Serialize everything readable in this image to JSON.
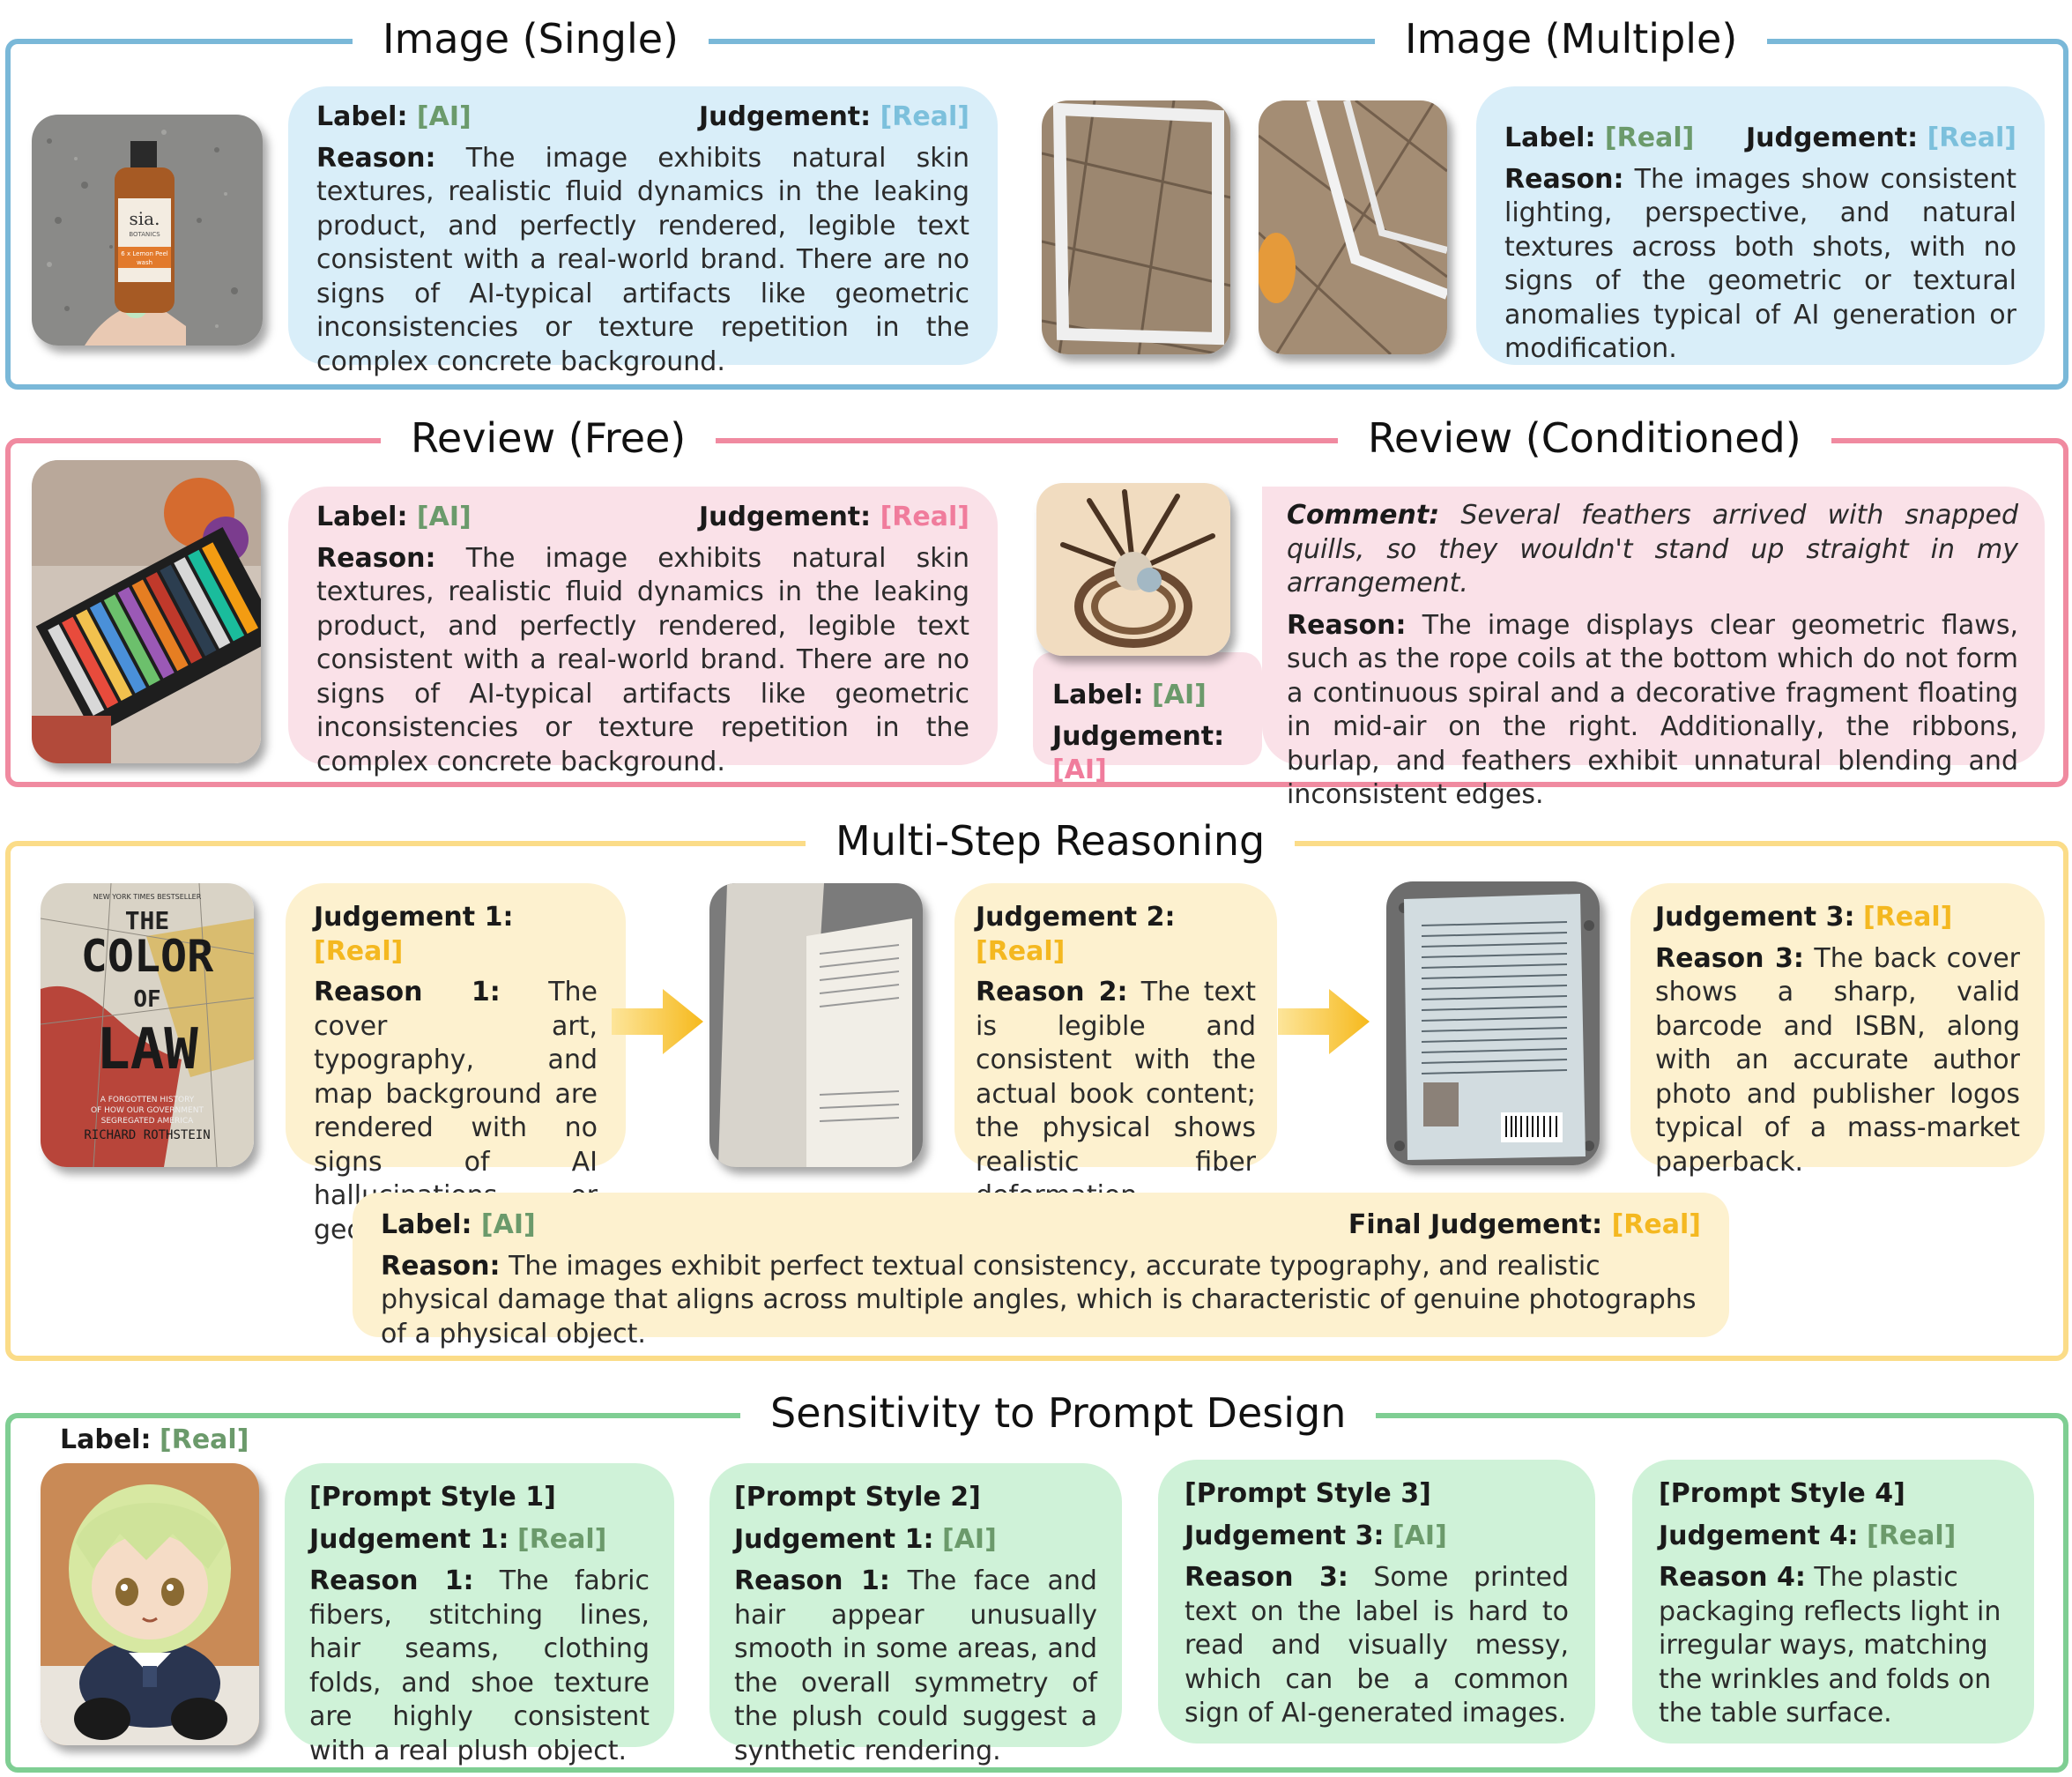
{
  "sections": {
    "single": {
      "title": "Image (Single)",
      "label_key": "Label:",
      "label_val": "[AI]",
      "judge_key": "Judgement:",
      "judge_val": "[Real]",
      "reason_key": "Reason:",
      "reason": "The image exhibits natural skin textures, realistic fluid dynamics in the leaking product, and perfectly rendered, legible text consistent with a real-world brand. There are no signs of AI-typical artifacts like geometric inconsistencies or texture repetition in the complex concrete background.",
      "bottle_brand": "sia.",
      "bottle_sub": "BOTANICS",
      "bottle_text1": "6 x Lemon Peel",
      "bottle_text2": "wash"
    },
    "multiple": {
      "title": "Image (Multiple)",
      "label_key": "Label:",
      "label_val": "[Real]",
      "judge_key": "Judgement:",
      "judge_val": "[Real]",
      "reason_key": "Reason:",
      "reason": "The images show consistent lighting, perspective, and natural textures across both shots, with no signs of the geometric or textural anomalies typical of AI generation or modification."
    },
    "review_free": {
      "title": "Review (Free)",
      "label_key": "Label:",
      "label_val": "[AI]",
      "judge_key": "Judgement:",
      "judge_val": "[Real]",
      "reason_key": "Reason:",
      "reason": "The image exhibits natural skin textures, realistic fluid dynamics in the leaking product, and perfectly rendered, legible text consistent with a real-world brand. There are no signs of AI-typical artifacts like geometric inconsistencies or texture repetition in the complex concrete background."
    },
    "review_cond": {
      "title": "Review (Conditioned)",
      "comment_key": "Comment:",
      "comment": "Several feathers arrived with snapped quills, so they wouldn't stand up straight in my arrangement.",
      "reason_key": "Reason:",
      "reason": "The image displays clear geometric flaws, such as the rope coils at the bottom which do not form a continuous spiral and a decorative fragment floating in mid-air on the right. Additionally, the ribbons, burlap, and feathers exhibit unnatural blending and inconsistent edges.",
      "label_key": "Label:",
      "label_val": "[AI]",
      "judge_key": "Judgement:",
      "judge_val": "[AI]"
    },
    "multistep": {
      "title": "Multi-Step Reasoning",
      "steps": [
        {
          "judge_key": "Judgement 1:",
          "judge_val": "[Real]",
          "reason_key": "Reason 1:",
          "reason": "The cover art, typography, and map background are rendered with no signs of AI hallucinations or geometric distortion."
        },
        {
          "judge_key": "Judgement 2:",
          "judge_val": "[Real]",
          "reason_key": "Reason 2:",
          "reason": "The text is legible and consistent with the actual book content; the physical shows realistic fiber deformation."
        },
        {
          "judge_key": "Judgement 3:",
          "judge_val": "[Real]",
          "reason_key": "Reason 3:",
          "reason": "The back cover shows a sharp, valid barcode and ISBN, along with an accurate author photo and publisher logos typical of a mass-market paperback."
        }
      ],
      "final": {
        "label_key": "Label:",
        "label_val": "[AI]",
        "judge_key": "Final Judgement:",
        "judge_val": "[Real]",
        "reason_key": "Reason:",
        "reason": "The images exhibit perfect textual consistency, accurate typography, and realistic physical damage that aligns across multiple angles, which is characteristic of genuine photographs of a physical object."
      },
      "book": {
        "top": "NEW YORK TIMES BESTSELLER",
        "w1": "THE",
        "w2": "COLOR",
        "w3": "OF",
        "w4": "LAW",
        "sub1": "A FORGOTTEN HISTORY",
        "sub2": "OF HOW OUR GOVERNMENT",
        "sub3": "SEGREGATED AMERICA",
        "author": "RICHARD ROTHSTEIN"
      }
    },
    "sensitivity": {
      "title": "Sensitivity to Prompt Design",
      "label_key": "Label:",
      "label_val": "[Real]",
      "styles": [
        {
          "name": "[Prompt Style 1]",
          "judge_key": "Judgement 1:",
          "judge_val": "[Real]",
          "reason_key": "Reason 1:",
          "reason": "The fabric fibers, stitching lines, hair seams, clothing folds, and shoe texture are highly consistent with a real plush object."
        },
        {
          "name": "[Prompt Style 2]",
          "judge_key": "Judgement 1:",
          "judge_val": "[AI]",
          "reason_key": "Reason 1:",
          "reason": "The face and hair appear unusually smooth in some areas, and the overall symmetry of the plush could suggest a synthetic rendering."
        },
        {
          "name": "[Prompt Style 3]",
          "judge_key": "Judgement 3:",
          "judge_val": "[AI]",
          "reason_key": "Reason 3:",
          "reason": "Some printed text on the label is hard to read and visually messy, which can be a common sign of AI-generated images."
        },
        {
          "name": "[Prompt Style 4]",
          "judge_key": "Judgement 4:",
          "judge_val": "[Real]",
          "reason_key": "Reason 4:",
          "reason": "The plastic packaging reflects light in irregular ways, matching the wrinkles and folds on the table surface."
        }
      ]
    }
  },
  "colors": {
    "blue": "#7ab8d8",
    "pink": "#f08aa0",
    "yellow": "#fbdc88",
    "green": "#7fce93",
    "label_green": "#6b9a6b",
    "judge_blue": "#7cc0dc",
    "judge_pink": "#f07c9c",
    "judge_yellow": "#f4b820"
  }
}
